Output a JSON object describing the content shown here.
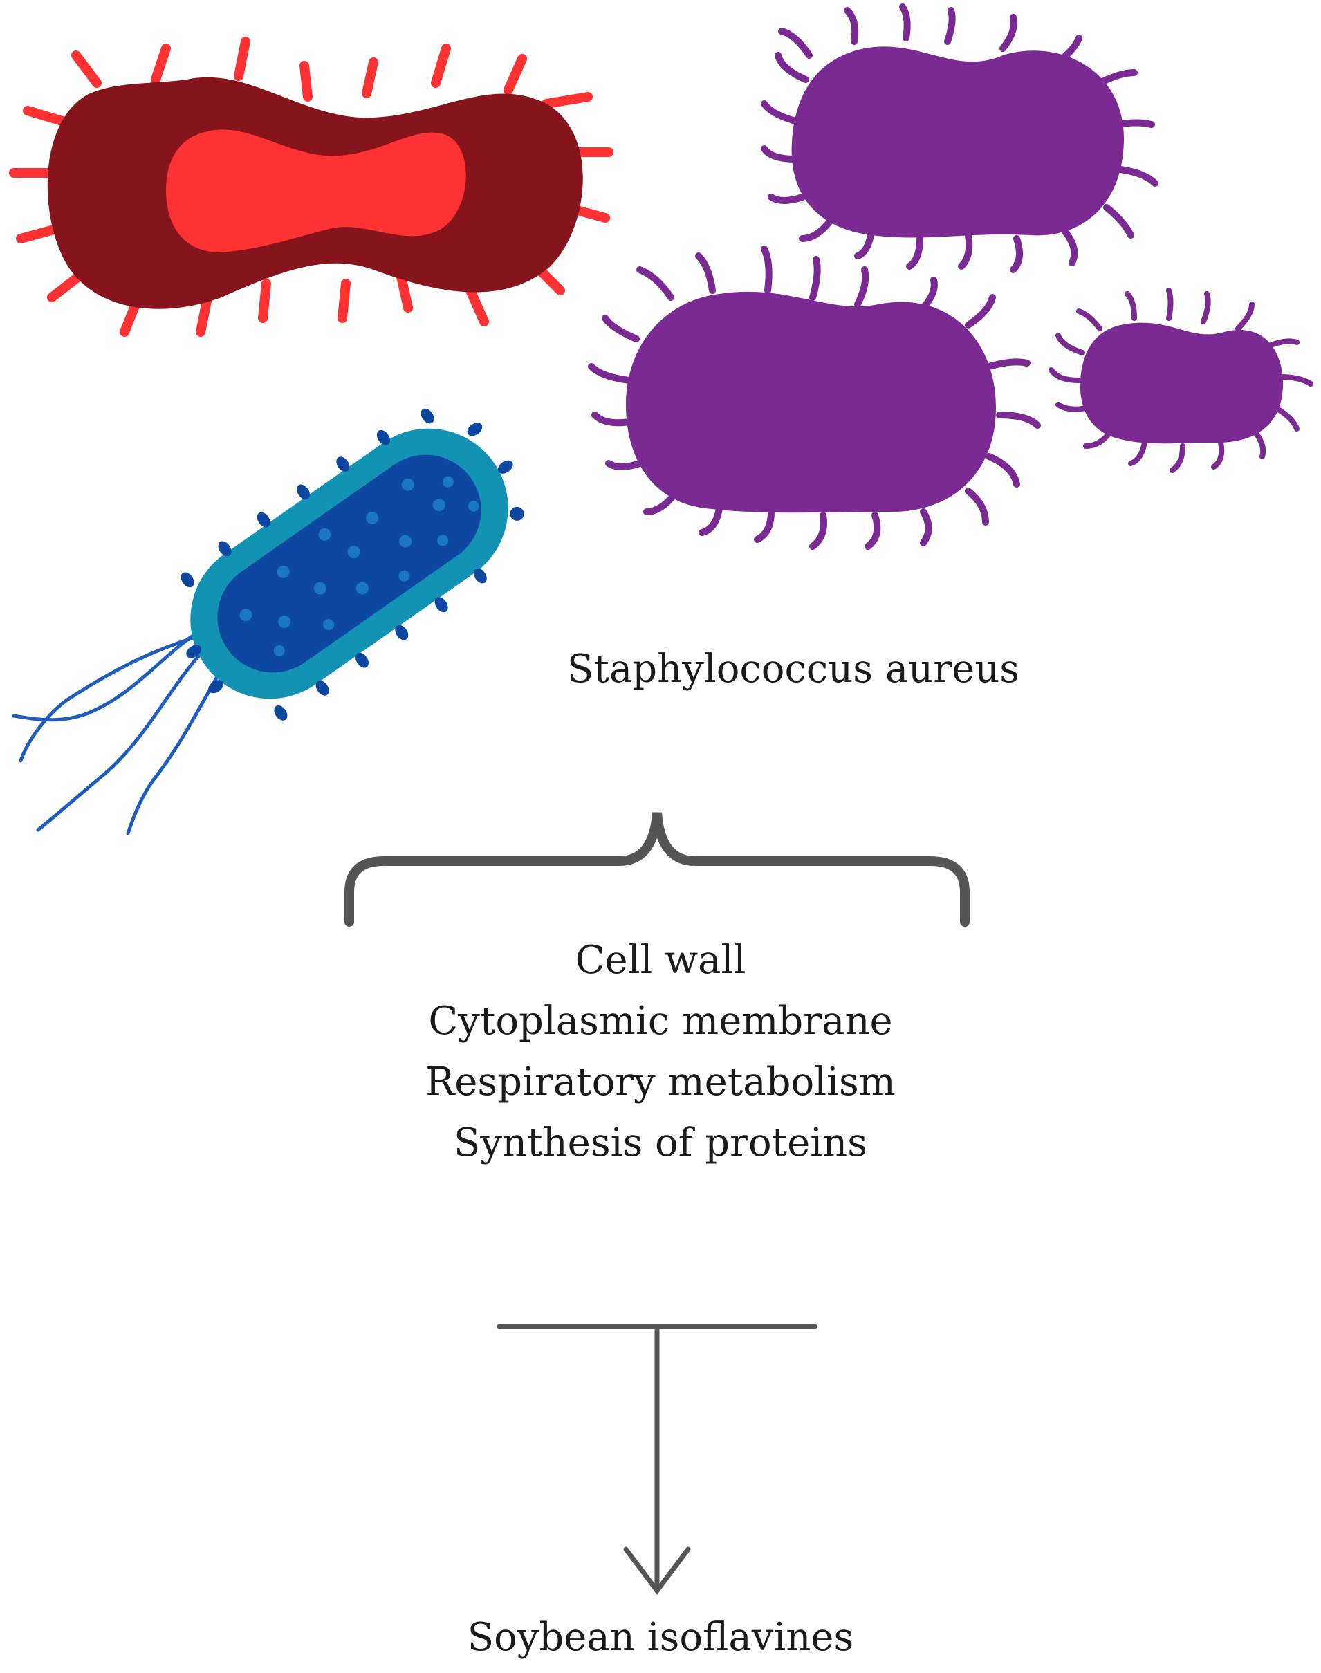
{
  "species_label": "Staphylococcus aureus",
  "targets": [
    "Cell wall",
    "Cytoplasmic membrane",
    "Respiratory metabolism",
    "Synthesis of proteins"
  ],
  "compound_label": "Soybean isoflavines",
  "colors": {
    "red_cell_outer": "#86141d",
    "red_cell_inner": "#fe3232",
    "purple_cell": "#7b2a93",
    "rod_outer": "#1393b4",
    "rod_inner": "#0d47a1",
    "rod_dots": "#1a77c4",
    "flagella": "#1f5cbf",
    "brace_and_arrow": "#555555"
  },
  "icons": [
    "red-bacterium-icon",
    "purple-bacterium-icon",
    "rod-bacterium-icon",
    "brace-icon",
    "inhibition-arrow-icon"
  ]
}
